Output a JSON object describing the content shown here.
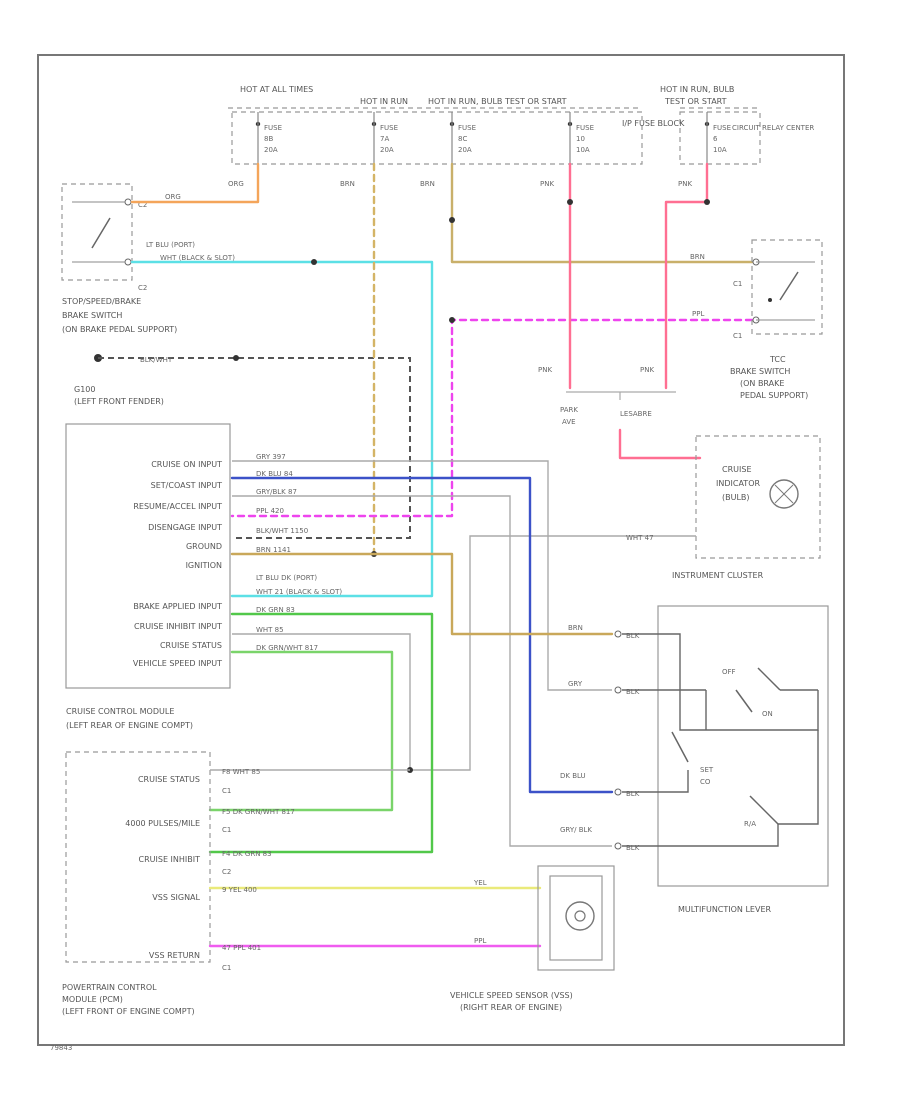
{
  "power": {
    "hot_at_all_times": "HOT AT ALL TIMES",
    "hot_in_run": "HOT IN RUN",
    "hot_in_run_bulb": "HOT IN RUN, BULB TEST OR START",
    "hot_in_run_bulb2": "HOT IN RUN, BULB",
    "hot_in_run_bulb2_sub": "TEST OR START",
    "fuse_block": "I/P FUSE BLOCK",
    "relay_center": "CIRCUIT RELAY CENTER",
    "fuses": [
      {
        "name": "FUSE",
        "num": "8B",
        "amps": "20A"
      },
      {
        "name": "FUSE",
        "num": "7A",
        "amps": "20A"
      },
      {
        "name": "FUSE",
        "num": "8C",
        "amps": "20A"
      },
      {
        "name": "FUSE",
        "num": "10",
        "amps": "10A"
      },
      {
        "name": "FUSE",
        "num": "6",
        "amps": "10A"
      }
    ]
  },
  "wire_labels": {
    "org": "ORG",
    "brn": "BRN",
    "pnk": "PNK",
    "ltblu_port": "LT BLU (PORT)",
    "wht_black_slot": "WHT   (BLACK & SLOT)",
    "blk_wht": "BLK/WHT",
    "ppl": "PPL",
    "ltblu_dk_port": "LT BLU  DK (PORT)",
    "wht_47": "WHT  47",
    "brn_b": "BRN",
    "gry_b": "GRY",
    "dkblu_b": "DK BLU",
    "gry_blk_b": "GRY/ BLK",
    "yel": "YEL",
    "ppl_b": "PPL",
    "pnk_b": "PNK",
    "pnk_b2": "PNK"
  },
  "components": {
    "stop_brake_switch": [
      "STOP/SPEED/BRAKE",
      "BRAKE SWITCH",
      "(ON BRAKE PEDAL SUPPORT)"
    ],
    "ground": [
      "G100",
      "(LEFT FRONT FENDER)"
    ],
    "tcc_brake_switch": [
      "TCC",
      "BRAKE SWITCH",
      "(ON BRAKE",
      "PEDAL SUPPORT)"
    ],
    "park_ave": [
      "PARK",
      "AVE"
    ],
    "lesabre": "LESABRE",
    "cruise_indicator": [
      "CRUISE",
      "INDICATOR",
      "(BULB)"
    ],
    "instrument_cluster": "INSTRUMENT CLUSTER",
    "cruise_module_title": [
      "CRUISE CONTROL MODULE",
      "(LEFT REAR OF ENGINE COMPT)"
    ],
    "multifunction_lever": "MULTIFUNCTION LEVER",
    "vss_title": [
      "VEHICLE SPEED SENSOR (VSS)",
      "(RIGHT REAR OF ENGINE)"
    ],
    "pcm_title": [
      "POWERTRAIN CONTROL",
      "MODULE (PCM)",
      "(LEFT FRONT OF ENGINE COMPT)"
    ],
    "diagram_id": "79843"
  },
  "cruise_module_inputs": [
    "CRUISE ON INPUT",
    "SET/COAST INPUT",
    "RESUME/ACCEL INPUT",
    "DISENGAGE INPUT",
    "GROUND",
    "IGNITION",
    "BRAKE APPLIED INPUT",
    "CRUISE INHIBIT INPUT",
    "CRUISE STATUS",
    "VEHICLE SPEED INPUT"
  ],
  "cruise_module_wires": [
    "GRY 397",
    "DK BLU 84",
    "GRY/BLK 87",
    "PPL 420",
    "BLK/WHT 1150",
    "BRN 1141",
    "WHT 21  (BLACK & SLOT)",
    "DK GRN 83",
    "WHT 85",
    "DK GRN/WHT 817"
  ],
  "pcm_inputs": [
    {
      "label": "CRUISE STATUS",
      "wire": "F8  WHT  85",
      "conn": "C1"
    },
    {
      "label": "4000 PULSES/MILE",
      "wire": "F5  DK GRN/WHT  817",
      "conn": "C1"
    },
    {
      "label": "CRUISE INHIBIT",
      "wire": "F4  DK GRN  83",
      "conn": "C2"
    },
    {
      "label": "VSS SIGNAL",
      "wire": "9   YEL  400",
      "conn": ""
    },
    {
      "label": "VSS RETURN",
      "wire": "47  PPL  401",
      "conn": "C1"
    }
  ],
  "multifunction": {
    "switch_labels": [
      "OFF",
      "ON",
      "SET",
      "CO",
      "R/A"
    ],
    "connector_labels": [
      "BLK",
      "BLK",
      "BLK",
      "BLK"
    ]
  },
  "connectors": {
    "c2": "C2",
    "c1": "C1"
  }
}
